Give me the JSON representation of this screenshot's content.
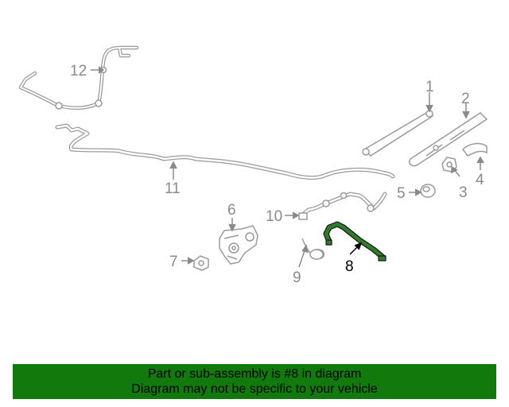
{
  "colors": {
    "highlight": "#2f7d2a",
    "banner_background": "#127a0c",
    "line": "#9a9a9a"
  },
  "callouts": {
    "c1": "1",
    "c2": "2",
    "c3": "3",
    "c4": "4",
    "c5": "5",
    "c6": "6",
    "c7": "7",
    "c8": "8",
    "c9": "9",
    "c10": "10",
    "c11": "11",
    "c12": "12"
  },
  "highlighted_part": "8",
  "banner": {
    "line1": "Part or sub-assembly is #8 in diagram",
    "line2": "Diagram may not be specific to your vehicle"
  }
}
